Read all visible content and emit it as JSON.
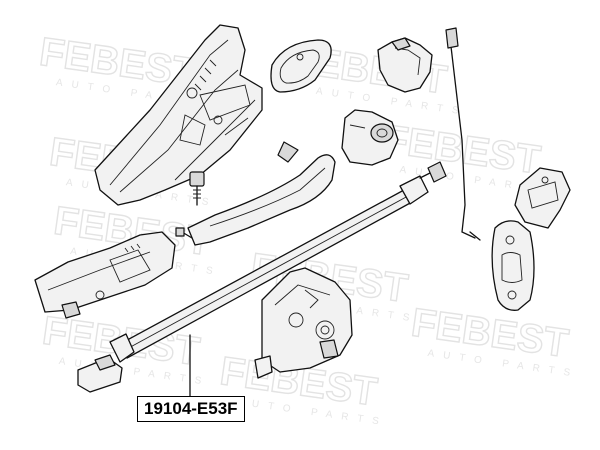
{
  "watermark": {
    "brand": "FEBEST",
    "tagline": "AUTO PARTS"
  },
  "callout": {
    "part_number": "19104-E53F"
  },
  "colors": {
    "outline": "#111111",
    "part_fill": "#f2f2f2",
    "watermark": "#e3e3e3"
  }
}
